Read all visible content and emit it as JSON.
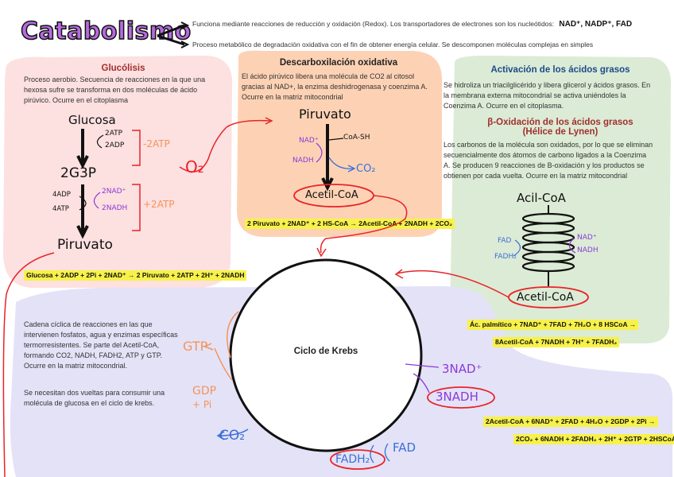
{
  "header": {
    "title": "Catabolismo",
    "line1": "Funciona mediante reacciones de reducción y oxidación (Redox). Los transportadores de electrones  son los nucleótidos:",
    "line1_nucleotides": "NAD⁺, NADP⁺, FAD",
    "line2": "Proceso metabólico de degradación oxidativa con el fin de obtener energía celular. Se descomponen moléculas complejas en simples"
  },
  "glucolisis": {
    "title": "Glucólisis",
    "text": "Proceso aerobio. Secuencia de reacciones en la que una hexosa sufre se transforma en dos moléculas de ácido pirúvico. Ocurre en el citoplasma",
    "glucosa": "Glucosa",
    "atp_in": "2ATP",
    "adp_out": "2ADP",
    "minus_atp": "-2ATP",
    "g3p": "2G3P",
    "adp4": "4ADP",
    "atp4": "4ATP",
    "nad2": "2NAD⁺",
    "nadh2": "2NADH",
    "plus_atp": "+2ATP",
    "piruvato": "Piruvato",
    "equation": "Glucosa + 2ADP + 2Pi + 2NAD⁺ → 2 Piruvato + 2ATP + 2H⁺ + 2NADH",
    "o2": "O₂"
  },
  "descarboxilacion": {
    "title": "Descarboxilación oxidativa",
    "text": "El ácido pirúvico libera una molécula de CO2 al citosol gracias al NAD+, la enzima deshidrogenasa y coenzima A. Ocurre en la matriz mitocondrial",
    "piruvato": "Piruvato",
    "nad": "NAD⁺",
    "nadh": "NADH",
    "coa": "CoA-SH",
    "co2": "CO₂",
    "acetil": "Acetil-CoA",
    "equation": "2 Piruvato + 2NAD⁺ + 2 HS-CoA → 2Acetil-CoA + 2NADH + 2CO₂"
  },
  "acidos": {
    "title": "Activación de los ácidos grasos",
    "text": "Se hidroliza un triacilglicérido y libera glicerol y ácidos grasos. En la membrana externa mitocondrial se activa uniéndoles la Coenzima A. Ocurre en el citoplasma.",
    "beta_title": "β-Oxidación de los ácidos grasos",
    "beta_sub": "(Hélice de Lynen)",
    "beta_text": "Los carbonos de la molécula son oxidados, por lo que se eliminan secuencialmente dos átomos de carbono ligados a la Coenzima A. Se producen 9 reacciones de B-oxidación y los productos se obtienen por cada vuelta.  Ocurre en la matriz mitocondrial",
    "acil": "Acil-CoA",
    "fad": "FAD",
    "fadh2": "FADH₂",
    "nadp": "NAD⁺",
    "nadh": "NADH",
    "acetil": "Acetil-CoA",
    "eq1": "Ác. palmítico + 7NAD⁺ + 7FAD + 7H₂O + 8 HSCoA →",
    "eq2": "8Acetil-CoA + 7NADH + 7H⁺ + 7FADH₂"
  },
  "krebs": {
    "title": "Ciclo de Krebs",
    "text1": "Cadena cíclica de reacciones en las que intervienen fosfatos, agua y enzimas específicas termorresistentes. Se parte del Acetil-CoA, formando CO2, NADH, FADH2, ATP y GTP. Ocurre en la matriz mitocondrial.",
    "text2": "Se necesitan dos vueltas para consumir una molécula de glucosa en el ciclo de krebs.",
    "gtp": "GTP",
    "gdp": "GDP",
    "pi": "+ Pi",
    "co2": "CO₂",
    "fad": "FAD",
    "fadh2": "FADH₂",
    "nad3": "3NAD⁺",
    "nadh3": "3NADH",
    "eq1": "2Acetil-CoA + 6NAD⁺ + 2FAD + 4H₂O + 2GDP + 2Pi →",
    "eq2": "2CO₂ + 6NADH + 2FADH₂ + 2H⁺ + 2GTP + 2HSCoA"
  },
  "colors": {
    "pink": "#fde0e0",
    "peach": "#fdd2b4",
    "green": "#dcebd5",
    "lavender": "#e4e2f7",
    "red": "#e8242a",
    "blue": "#3a6fd8",
    "purple": "#8a3ad8",
    "orange": "#f4945a",
    "highlight": "#f7f24a"
  }
}
